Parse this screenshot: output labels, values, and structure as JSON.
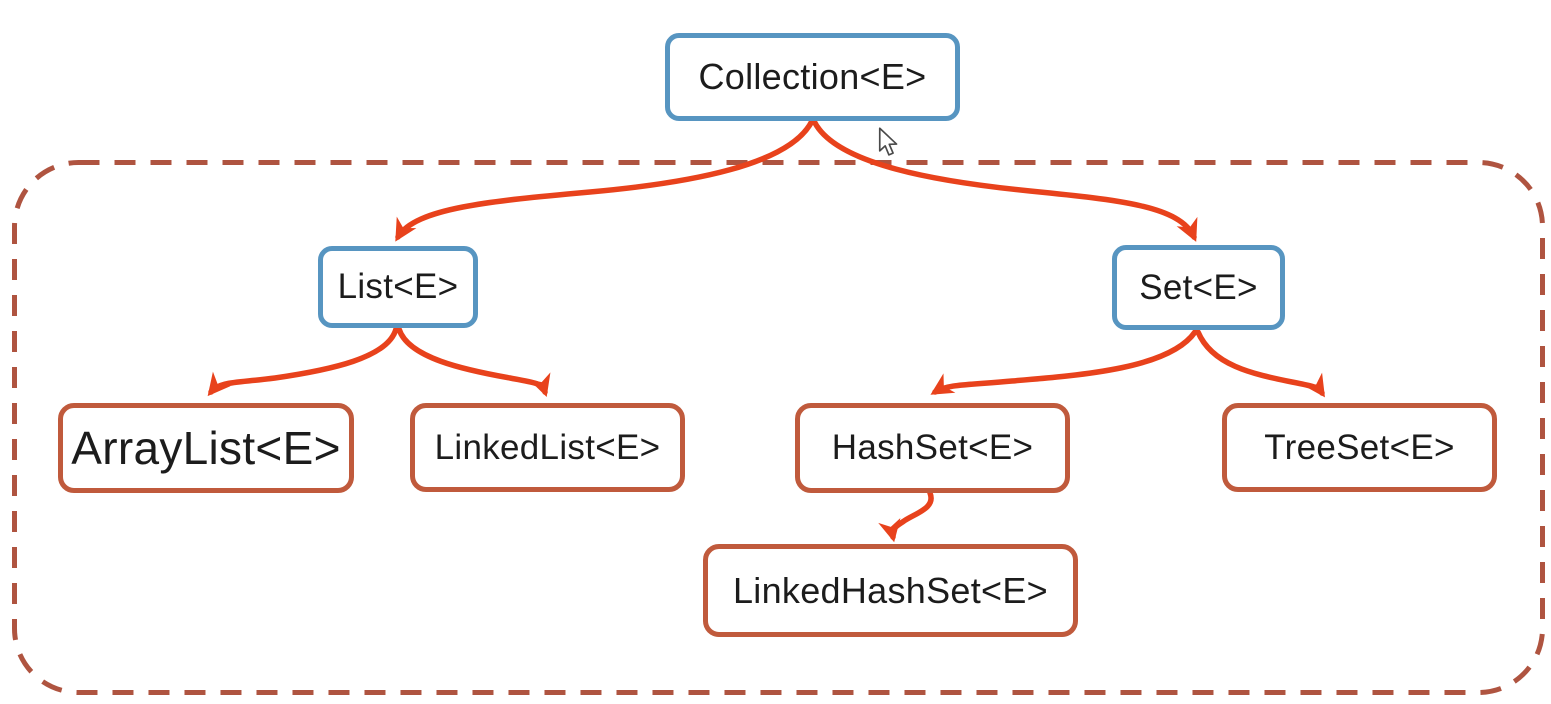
{
  "diagram": {
    "type": "hierarchy",
    "nodes": [
      {
        "id": "collection",
        "label": "Collection<E>",
        "kind": "interface"
      },
      {
        "id": "list",
        "label": "List<E>",
        "kind": "interface"
      },
      {
        "id": "set",
        "label": "Set<E>",
        "kind": "interface"
      },
      {
        "id": "arraylist",
        "label": "ArrayList<E>",
        "kind": "class"
      },
      {
        "id": "linkedlist",
        "label": "LinkedList<E>",
        "kind": "class"
      },
      {
        "id": "hashset",
        "label": "HashSet<E>",
        "kind": "class"
      },
      {
        "id": "treeset",
        "label": "TreeSet<E>",
        "kind": "class"
      },
      {
        "id": "linkedhashset",
        "label": "LinkedHashSet<E>",
        "kind": "class"
      }
    ],
    "edges": [
      {
        "from": "Collection<E>",
        "to": "List<E>"
      },
      {
        "from": "Collection<E>",
        "to": "Set<E>"
      },
      {
        "from": "List<E>",
        "to": "ArrayList<E>"
      },
      {
        "from": "List<E>",
        "to": "LinkedList<E>"
      },
      {
        "from": "Set<E>",
        "to": "HashSet<E>"
      },
      {
        "from": "Set<E>",
        "to": "TreeSet<E>"
      },
      {
        "from": "HashSet<E>",
        "to": "LinkedHashSet<E>"
      }
    ],
    "cursor_icon": "arrow-pointer"
  },
  "colors": {
    "interface_border": "#5795c1",
    "class_border": "#c05a3c",
    "arrow": "#e8421c",
    "dashed_container": "#af5440",
    "text": "#1c1c1c",
    "background": "#ffffff"
  }
}
